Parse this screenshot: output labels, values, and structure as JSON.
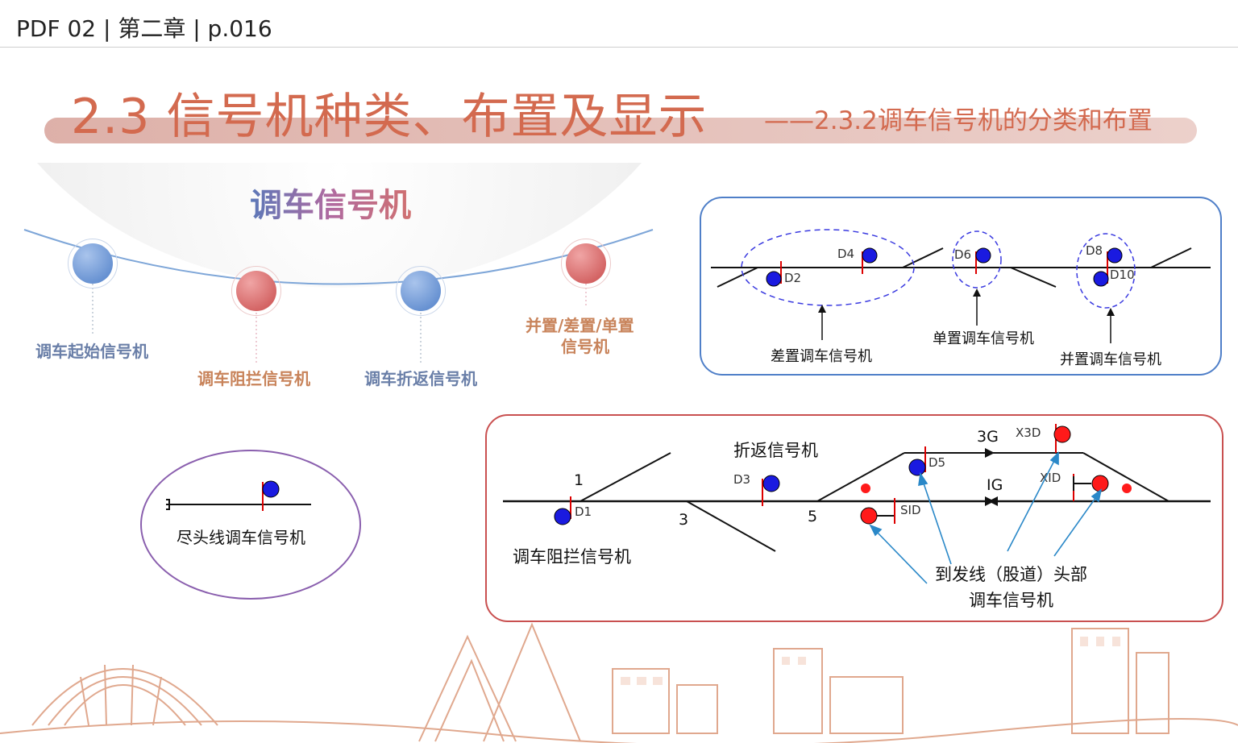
{
  "header": {
    "text": "PDF 02 | 第二章 | p.016"
  },
  "title": {
    "main": "2.3 信号机种类、布置及显示",
    "sub": "——2.3.2调车信号机的分类和布置"
  },
  "categories": {
    "heading": "调车信号机",
    "items": [
      {
        "label": "调车起始信号机"
      },
      {
        "label": "调车阻拦信号机"
      },
      {
        "label": "调车折返信号机"
      },
      {
        "label1": "并置/差置/单置",
        "label2": "信号机"
      }
    ]
  },
  "placement_diagram": {
    "signals": {
      "d2": "D2",
      "d4": "D4",
      "d6": "D6",
      "d8": "D8",
      "d10": "D10"
    },
    "labels": {
      "offset": "差置调车信号机",
      "single": "单置调车信号机",
      "parallel": "并置调车信号机"
    }
  },
  "deadend_diagram": {
    "label": "尽头线调车信号机"
  },
  "station_diagram": {
    "signals": {
      "d1": "D1",
      "d3": "D3",
      "d5": "D5",
      "x3d": "X3D",
      "xid": "XID",
      "sid": "SID"
    },
    "tracks": {
      "t1": "1",
      "t3": "3",
      "t5": "5",
      "t3g": "3G",
      "tig": "IG"
    },
    "labels": {
      "turnback": "折返信号机",
      "block": "调车阻拦信号机",
      "head1": "到发线（股道）头部",
      "head2": "调车信号机"
    }
  },
  "colors": {
    "accent": "#d36a4f",
    "signal_blue": "#1a1ae0",
    "signal_red": "#ff1a1a",
    "box_blue": "#4f7fc8",
    "box_red": "#c95050",
    "box_purple": "#8a5fae"
  }
}
